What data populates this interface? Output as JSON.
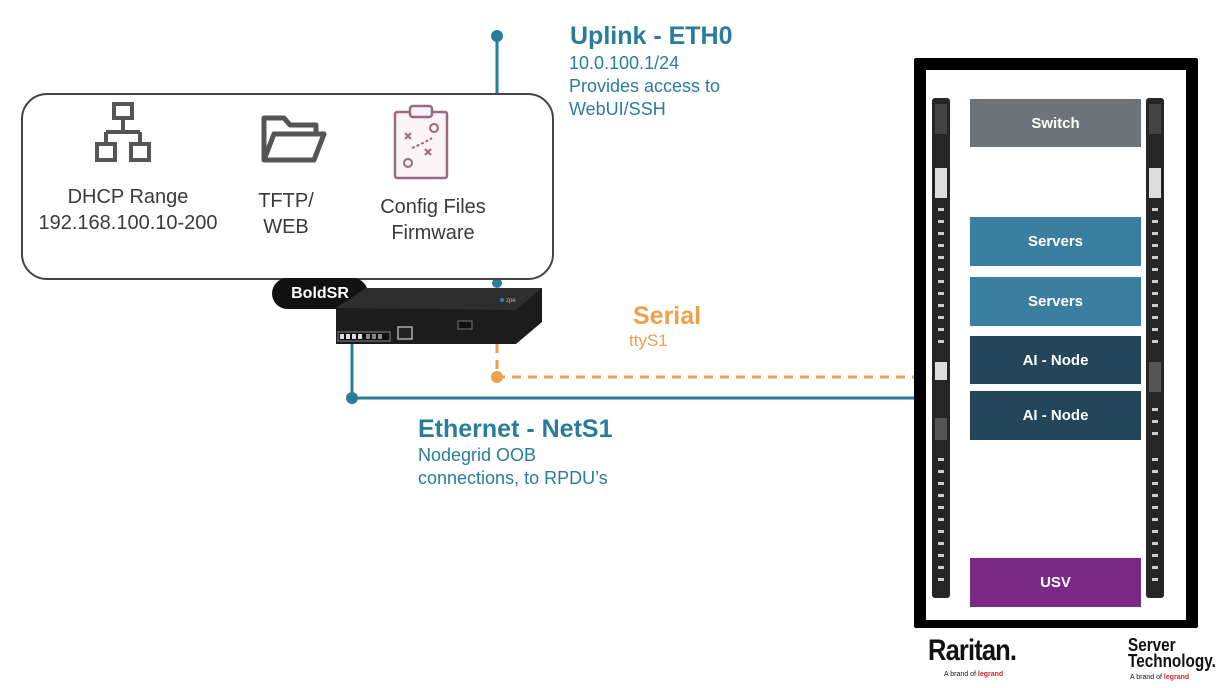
{
  "uplink": {
    "title": "Uplink - ETH0",
    "ip": "10.0.100.1/24",
    "desc_line1": "Provides access to",
    "desc_line2": "WebUI/SSH"
  },
  "services": {
    "dhcp_label_line1": "DHCP Range",
    "dhcp_label_line2": "192.168.100.10-200",
    "tftp_label_line1": "TFTP/",
    "tftp_label_line2": "WEB",
    "config_label_line1": "Config Files",
    "config_label_line2": "Firmware"
  },
  "device": {
    "name": "BoldSR",
    "logo": "zpe"
  },
  "serial": {
    "title": "Serial",
    "port": "ttyS1"
  },
  "ethernet": {
    "title": "Ethernet - NetS1",
    "desc_line1": "Nodegrid OOB",
    "desc_line2": "connections, to RPDU’s"
  },
  "rack": {
    "slots": [
      {
        "label": "Switch",
        "color": "#6d7379"
      },
      {
        "label": "Servers",
        "color": "#3b7ea0"
      },
      {
        "label": "Servers",
        "color": "#3b7ea0"
      },
      {
        "label": "AI - Node",
        "color": "#23465a"
      },
      {
        "label": "AI - Node",
        "color": "#23465a"
      },
      {
        "label": "USV",
        "color": "#7a2a84"
      }
    ]
  },
  "brands": {
    "raritan": "Raritan.",
    "raritan_sub": "A brand of",
    "legrand": "legrand",
    "server_tech_line1": "Server",
    "server_tech_line2": "Technology.",
    "server_tech_sub": "A brand of"
  },
  "colors": {
    "teal": "#2a7d9a",
    "orange": "#f0a04b",
    "switch": "#6d7379",
    "servers": "#3b7ea0",
    "ai_node": "#23465a",
    "usv": "#7a2a84"
  }
}
